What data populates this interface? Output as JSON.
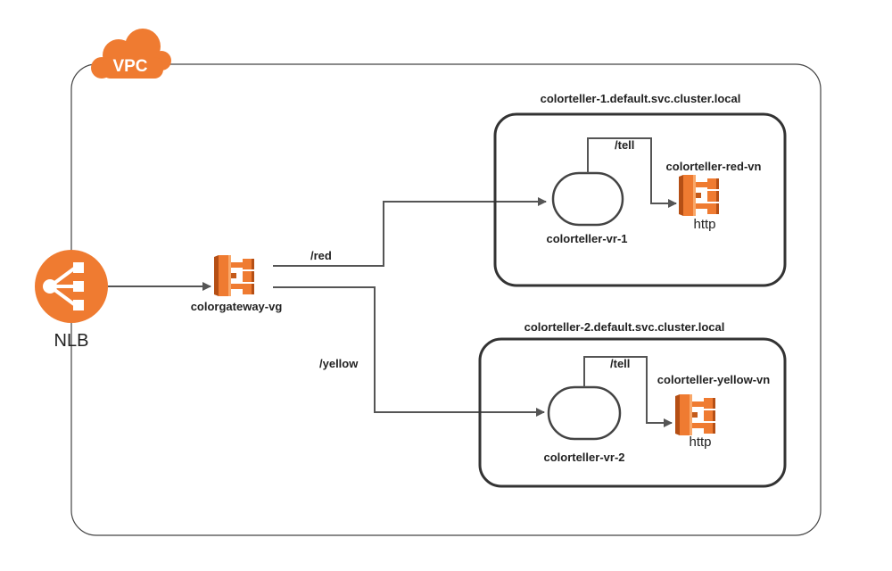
{
  "vpc": {
    "label": "VPC",
    "color": "#EF7B31"
  },
  "nlb": {
    "label": "NLB",
    "icon": "load-balancer-icon",
    "color": "#EF7B31"
  },
  "gateway": {
    "label": "colorgateway-vg",
    "icon": "app-mesh-icon"
  },
  "routes": {
    "red": "/red",
    "yellow": "/yellow"
  },
  "services": [
    {
      "hostname": "colorteller-1.default.svc.cluster.local",
      "router": "colorteller-vr-1",
      "route": "/tell",
      "node": "colorteller-red-vn",
      "protocol": "http"
    },
    {
      "hostname": "colorteller-2.default.svc.cluster.local",
      "router": "colorteller-vr-2",
      "route": "/tell",
      "node": "colorteller-yellow-vn",
      "protocol": "http"
    }
  ],
  "colors": {
    "accent": "#EF7B31",
    "accent_dark": "#C45A1A",
    "line": "#555555",
    "border": "#333333"
  }
}
